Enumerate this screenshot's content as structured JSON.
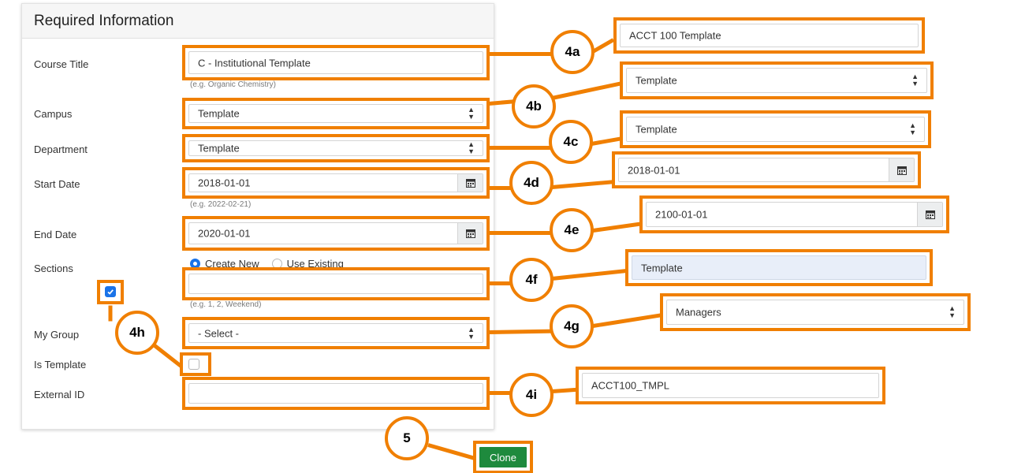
{
  "form": {
    "title": "Required Information",
    "labels": {
      "course_title": "Course Title",
      "campus": "Campus",
      "department": "Department",
      "start_date": "Start Date",
      "end_date": "End Date",
      "sections": "Sections",
      "my_group": "My Group",
      "is_template": "Is Template",
      "external_id": "External ID"
    },
    "values": {
      "course_title": "C - Institutional Template",
      "campus": "Template",
      "department": "Template",
      "start_date": "2018-01-01",
      "end_date": "2020-01-01",
      "sections": "",
      "my_group": "- Select -",
      "external_id": ""
    },
    "hints": {
      "course_title": "(e.g. Organic Chemistry)",
      "start_date": "(e.g. 2022-02-21)",
      "sections": "(e.g. 1, 2, Weekend)"
    },
    "sections_options": {
      "create_new": "Create New",
      "use_existing": "Use Existing",
      "selected": "Create New"
    },
    "is_template_checked": false,
    "clone_label": "Clone"
  },
  "callouts": [
    {
      "id": "4a",
      "value": "ACCT 100 Template"
    },
    {
      "id": "4b",
      "value": "Template"
    },
    {
      "id": "4c",
      "value": "Template"
    },
    {
      "id": "4d",
      "value": "2018-01-01"
    },
    {
      "id": "4e",
      "value": "2100-01-01"
    },
    {
      "id": "4f",
      "value": "Template"
    },
    {
      "id": "4g",
      "value": "Managers"
    },
    {
      "id": "4h",
      "checked": true
    },
    {
      "id": "4i",
      "value": "ACCT100_TMPL"
    },
    {
      "id": "5"
    }
  ],
  "colors": {
    "highlight": "#f07f00",
    "clone_button": "#1e8a3d",
    "checkbox_accent": "#1a73e8"
  },
  "icons": [
    "calendar-icon",
    "select-caret-icon",
    "checkbox-check-icon"
  ]
}
